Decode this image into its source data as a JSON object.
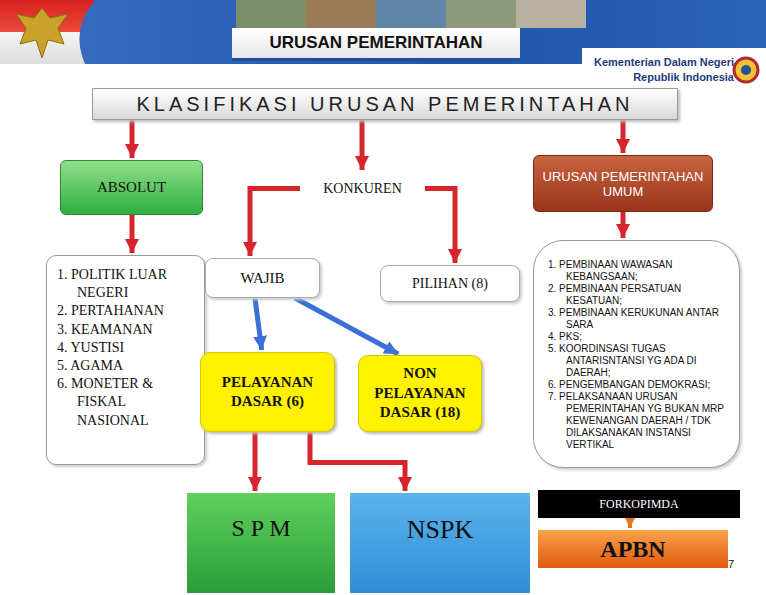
{
  "diagram": {
    "title": "URUSAN PEMERINTAHAN",
    "nodes": [
      {
        "text": [
          "KLASIFIKASI URUSAN PEMERINTAHAN"
        ]
      },
      {
        "text": [
          "ABSOLUT"
        ]
      },
      {
        "text": [
          "KONKUREN"
        ]
      },
      {
        "text": [
          "URUSAN PEMERINTAHAN UMUM"
        ]
      },
      {
        "text": [
          "1. POLITIK LUAR NEGERI",
          "2. PERTAHANAN",
          "3. KEAMANAN",
          "4. YUSTISI",
          "5. AGAMA",
          "6. MONETER & FISKAL NASIONAL"
        ]
      },
      {
        "text": [
          "WAJIB"
        ]
      },
      {
        "text": [
          "PILIHAN (8)"
        ]
      },
      {
        "text": [
          "PELAYANAN DASAR (6)"
        ]
      },
      {
        "text": [
          "NON PELAYANAN DASAR (18)"
        ]
      },
      {
        "text": [
          "1. PEMBINAAN WAWASAN KEBANGSAAN;",
          "2. PEMBINAAN PERSATUAN KESATUAN;",
          "3. PEMBINAAN KERUKUNAN ANTAR SARA",
          "4. PKS;",
          "5. KOORDINSASI TUGAS ANTARISNTANSI YG ADA DI DAERAH;",
          "6. PENGEMBANGAN DEMOKRASI;",
          "7. PELAKSANAAN URUSAN PEMERINTAHAN YG BUKAN MRP KEWENANGAN DAERAH / TDK DILAKSANAKAN INSTANSI VERTIKAL"
        ]
      },
      {
        "text": [
          "S P M"
        ]
      },
      {
        "text": [
          "NSPK"
        ]
      },
      {
        "text": [
          "FORKOPIMDA"
        ]
      },
      {
        "text": [
          "APBN"
        ]
      }
    ],
    "edges": [
      {
        "from": 0,
        "to": 1,
        "arrow": "to"
      },
      {
        "from": 0,
        "to": 2,
        "arrow": "to"
      },
      {
        "from": 0,
        "to": 3,
        "arrow": "to"
      },
      {
        "from": 1,
        "to": 4,
        "arrow": "to"
      },
      {
        "from": 2,
        "to": 5,
        "arrow": "to"
      },
      {
        "from": 2,
        "to": 6,
        "arrow": "to"
      },
      {
        "from": 5,
        "to": 7,
        "arrow": "to"
      },
      {
        "from": 5,
        "to": 8,
        "arrow": "to"
      },
      {
        "from": 7,
        "to": 10,
        "arrow": "to"
      },
      {
        "from": 7,
        "to": 11,
        "arrow": "to"
      },
      {
        "from": 3,
        "to": 9,
        "arrow": "to"
      },
      {
        "from": 12,
        "to": 13,
        "arrow": "to"
      }
    ],
    "labels": [
      "Kementerian Dalam Negeri",
      "Republik Indonesia",
      "7"
    ]
  }
}
